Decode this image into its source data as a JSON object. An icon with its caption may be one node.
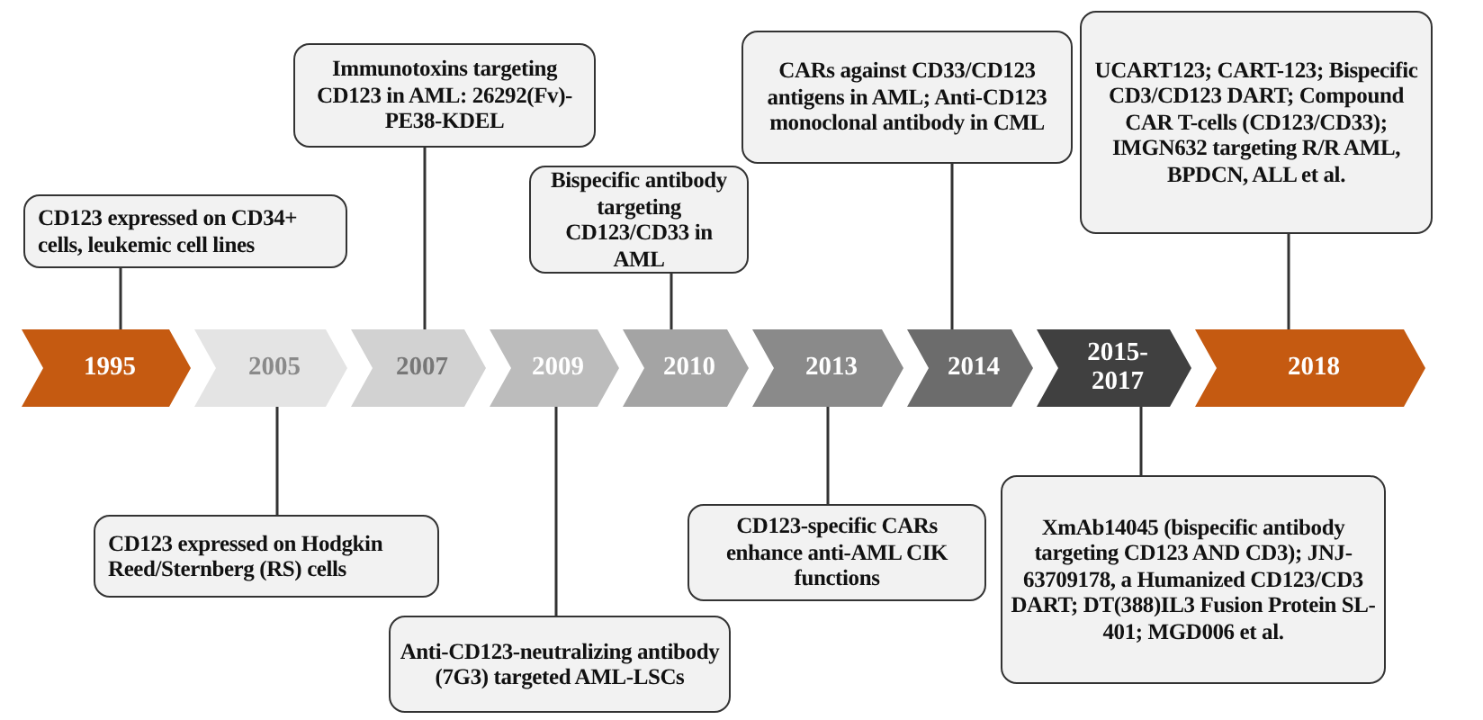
{
  "diagram": {
    "nodes": [
      {
        "text": [
          "1995"
        ]
      },
      {
        "text": [
          "2005"
        ]
      },
      {
        "text": [
          "2007"
        ]
      },
      {
        "text": [
          "2009"
        ]
      },
      {
        "text": [
          "2010"
        ]
      },
      {
        "text": [
          "2013"
        ]
      },
      {
        "text": [
          "2014"
        ]
      },
      {
        "text": [
          "2015-2017"
        ]
      },
      {
        "text": [
          "2018"
        ]
      },
      {
        "text": [
          "CD123 expressed on CD34+ cells, leukemic cell lines"
        ]
      },
      {
        "text": [
          "Immunotoxins targeting CD123 in AML: 26292(Fv)-PE38-KDEL"
        ]
      },
      {
        "text": [
          "Bispecific antibody targeting CD123/CD33 in AML"
        ]
      },
      {
        "text": [
          "CARs against CD33/CD123 antigens in AML; Anti-CD123 monoclonal antibody in CML"
        ]
      },
      {
        "text": [
          "UCART123; CART-123; Bispecific CD3/CD123 DART; Compound CAR T-cells (CD123/CD33); IMGN632 targeting R/R AML, BPDCN, ALL et al."
        ]
      },
      {
        "text": [
          "CD123 expressed on Hodgkin Reed/Sternberg (RS) cells"
        ]
      },
      {
        "text": [
          "Anti-CD123-neutralizing antibody (7G3) targeted AML-LSCs"
        ]
      },
      {
        "text": [
          "CD123-specific CARs enhance anti-AML CIK functions"
        ]
      },
      {
        "text": [
          "XmAb14045 (bispecific antibody targeting CD123 AND CD3); JNJ-63709178, a Humanized CD123/CD3 DART; DT(388)IL3 Fusion Protein SL-401; MGD006 et al."
        ]
      }
    ],
    "edges": [
      {
        "from": 9,
        "to": 0,
        "arrow": "none"
      },
      {
        "from": 10,
        "to": 2,
        "arrow": "none"
      },
      {
        "from": 11,
        "to": 4,
        "arrow": "none"
      },
      {
        "from": 12,
        "to": 6,
        "arrow": "none"
      },
      {
        "from": 13,
        "to": 8,
        "arrow": "none"
      },
      {
        "from": 14,
        "to": 1,
        "arrow": "none"
      },
      {
        "from": 15,
        "to": 3,
        "arrow": "none"
      },
      {
        "from": 16,
        "to": 5,
        "arrow": "none"
      },
      {
        "from": 17,
        "to": 7,
        "arrow": "none"
      }
    ]
  }
}
